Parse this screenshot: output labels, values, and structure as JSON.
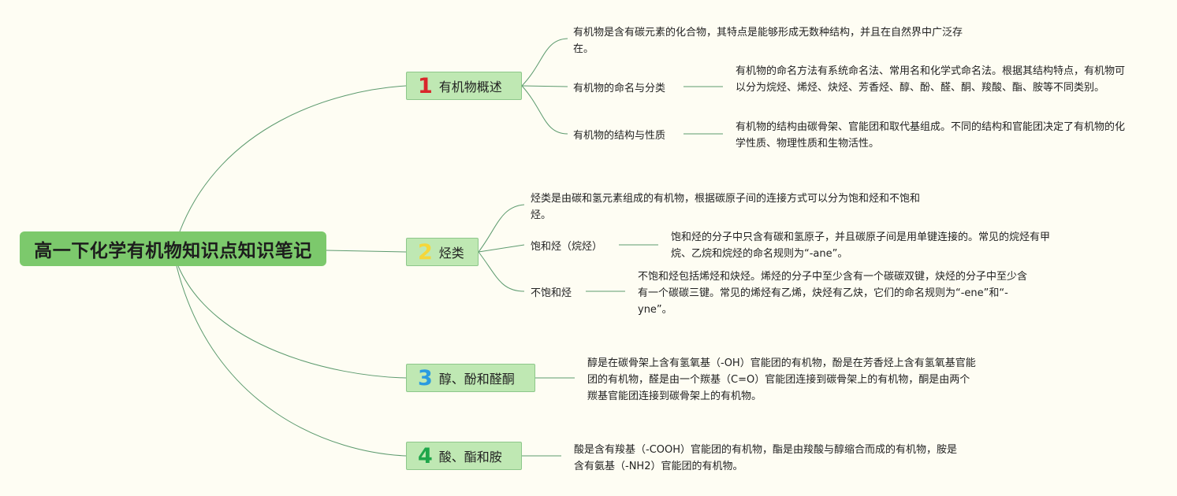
{
  "root": {
    "title": "高一下化学有机物知识点知识笔记"
  },
  "topics": [
    {
      "number": "1",
      "color": "#d9262b",
      "title": "有机物概述",
      "intro": "有机物是含有碳元素的化合物，其特点是能够形成无数种结构，并且在自然界中广泛存在。",
      "items": [
        {
          "label": "有机物的命名与分类",
          "detail": "有机物的命名方法有系统命名法、常用名和化学式命名法。根据其结构特点，有机物可以分为烷烃、烯烃、炔烃、芳香烃、醇、酚、醛、酮、羧酸、酯、胺等不同类别。"
        },
        {
          "label": "有机物的结构与性质",
          "detail": "有机物的结构由碳骨架、官能团和取代基组成。不同的结构和官能团决定了有机物的化学性质、物理性质和生物活性。"
        }
      ]
    },
    {
      "number": "2",
      "color": "#f5d73a",
      "title": "烃类",
      "intro": "烃类是由碳和氢元素组成的有机物，根据碳原子间的连接方式可以分为饱和烃和不饱和烃。",
      "items": [
        {
          "label": "饱和烃（烷烃）",
          "detail": "饱和烃的分子中只含有碳和氢原子，并且碳原子间是用单键连接的。常见的烷烃有甲烷、乙烷和烷烃的命名规则为“-ane”。"
        },
        {
          "label": "不饱和烃",
          "detail": "不饱和烃包括烯烃和炔烃。烯烃的分子中至少含有一个碳碳双键，炔烃的分子中至少含有一个碳碳三键。常见的烯烃有乙烯，炔烃有乙炔，它们的命名规则为“-ene”和“-yne”。"
        }
      ]
    },
    {
      "number": "3",
      "color": "#2a9be0",
      "title": "醇、酚和醛酮",
      "detail": "醇是在碳骨架上含有氢氧基（-OH）官能团的有机物，酚是在芳香烃上含有氢氧基官能团的有机物，醛是由一个羰基（C=O）官能团连接到碳骨架上的有机物，酮是由两个羰基官能团连接到碳骨架上的有机物。"
    },
    {
      "number": "4",
      "color": "#1fa64a",
      "title": "酸、酯和胺",
      "detail": "酸是含有羧基（-COOH）官能团的有机物，酯是由羧酸与醇缩合而成的有机物，胺是含有氨基（-NH2）官能团的有机物。"
    }
  ],
  "colors": {
    "line": "#5c9a6e",
    "root_fill": "#7cc96c",
    "topic_fill": "#bfe8b3"
  }
}
